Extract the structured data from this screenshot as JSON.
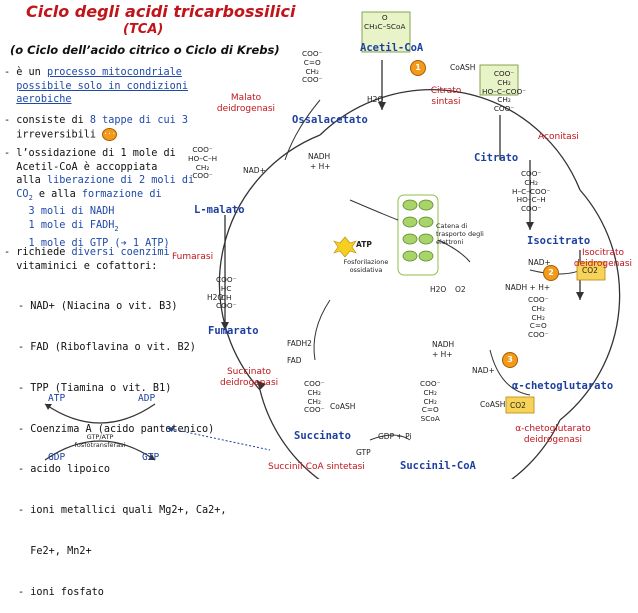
{
  "title": "Ciclo degli acidi tricarbossilici",
  "title_abbr": "(TCA)",
  "subtitle": "(o Ciclo dell’acido citrico o Ciclo di Krebs)",
  "bullets": {
    "b1_pre": "- è un ",
    "b1_link": "processo mitocondriale",
    "b1_l2": "possibile solo in condizioni",
    "b1_l3": "aerobiche",
    "b2_pre": "- consiste di ",
    "b2_blue": "8 tappe di cui 3",
    "b2_l2": "irreversibili",
    "b3_l1": "- l’ossidazione di 1 mole di",
    "b3_l2": "Acetil-CoA è accoppiata",
    "b3_l3_pre": "alla ",
    "b3_l3_blue": "liberazione di 2 moli di",
    "b3_l4_pre": "CO",
    "b3_l4_mid": " e alla ",
    "b3_l4_blue": "formazione di",
    "b3_l5": "3 moli di NADH",
    "b3_l6": "1 mole di FADH",
    "b3_l7": "1 mole di GTP (",
    "b3_l7_end": " 1 ATP)",
    "b4_pre": "- richiede ",
    "b4_blue": "diversi coenzimi",
    "b4_l2": "vitaminici e cofattori:",
    "items": [
      "- NAD+ (Niacina o vit. B3)",
      "- FAD (Riboflavina o vit. B2)",
      "- TPP (Tiamina o vit. B1)",
      "- Coenzima A (acido pantotenico)",
      "- acido lipoico",
      "- ioni metallici quali Mg2+, Ca2+,",
      "  Fe2+, Mn2+",
      "- ioni fosfato"
    ]
  },
  "gtp_box": {
    "atp": "ATP",
    "adp": "ADP",
    "gdp": "GDP",
    "gtp": "GTP",
    "enzyme": "GTP/ATP fosfotransferasi"
  },
  "molecules": {
    "acetil_coa": "Acetil-CoA",
    "ossalacetato": "Ossalacetato",
    "citrato": "Citrato",
    "isocitrato": "Isocitrato",
    "alfa_kg": "α-chetoglutarato",
    "succinil_coa": "Succinil-CoA",
    "succinato": "Succinato",
    "fumarato": "Fumarato",
    "l_malato": "L-malato"
  },
  "enzymes": {
    "citrato_sintasi": "Citrato sintasi",
    "aconitasi": "Aconitasi",
    "isocitrato_deidrogenasi": "Isocitrato deidrogenasi",
    "akg_deidrogenasi": "α-chetoglutarato deidrogenasi",
    "succinil_coa_sintetasi": "Succinil-CoA sintetasi",
    "succinato_deidrogenasi": "Succinato deidrogenasi",
    "fumarasi": "Fumarasi",
    "malato_deidrogenasi": "Malato deidrogenasi"
  },
  "badges": [
    "1",
    "2",
    "3"
  ],
  "cofactors": {
    "coash": "CoASH",
    "h2o": "H2O",
    "nad": "NAD+",
    "nadh": "NADH + H+",
    "nadh_short": "NADH",
    "co2": "CO2",
    "fad": "FAD",
    "fadh2": "FADH2",
    "gdp_pi": "GDP + Pi",
    "gtp": "GTP",
    "h_plus": "+ H+",
    "nadh_h": "NADH + H+"
  },
  "etc": {
    "catena": "Catena di trasporto degli elettroni",
    "atp": "ATP",
    "fosforilazione": "Fosforilazione ossidativa",
    "h2o": "H2O",
    "o2": "O2"
  },
  "colors": {
    "title": "#c0151b",
    "molecule": "#1d3fa0",
    "cycle_arrow": "#333333",
    "badge": "#f39a1a",
    "box": "#e8f3c8"
  }
}
